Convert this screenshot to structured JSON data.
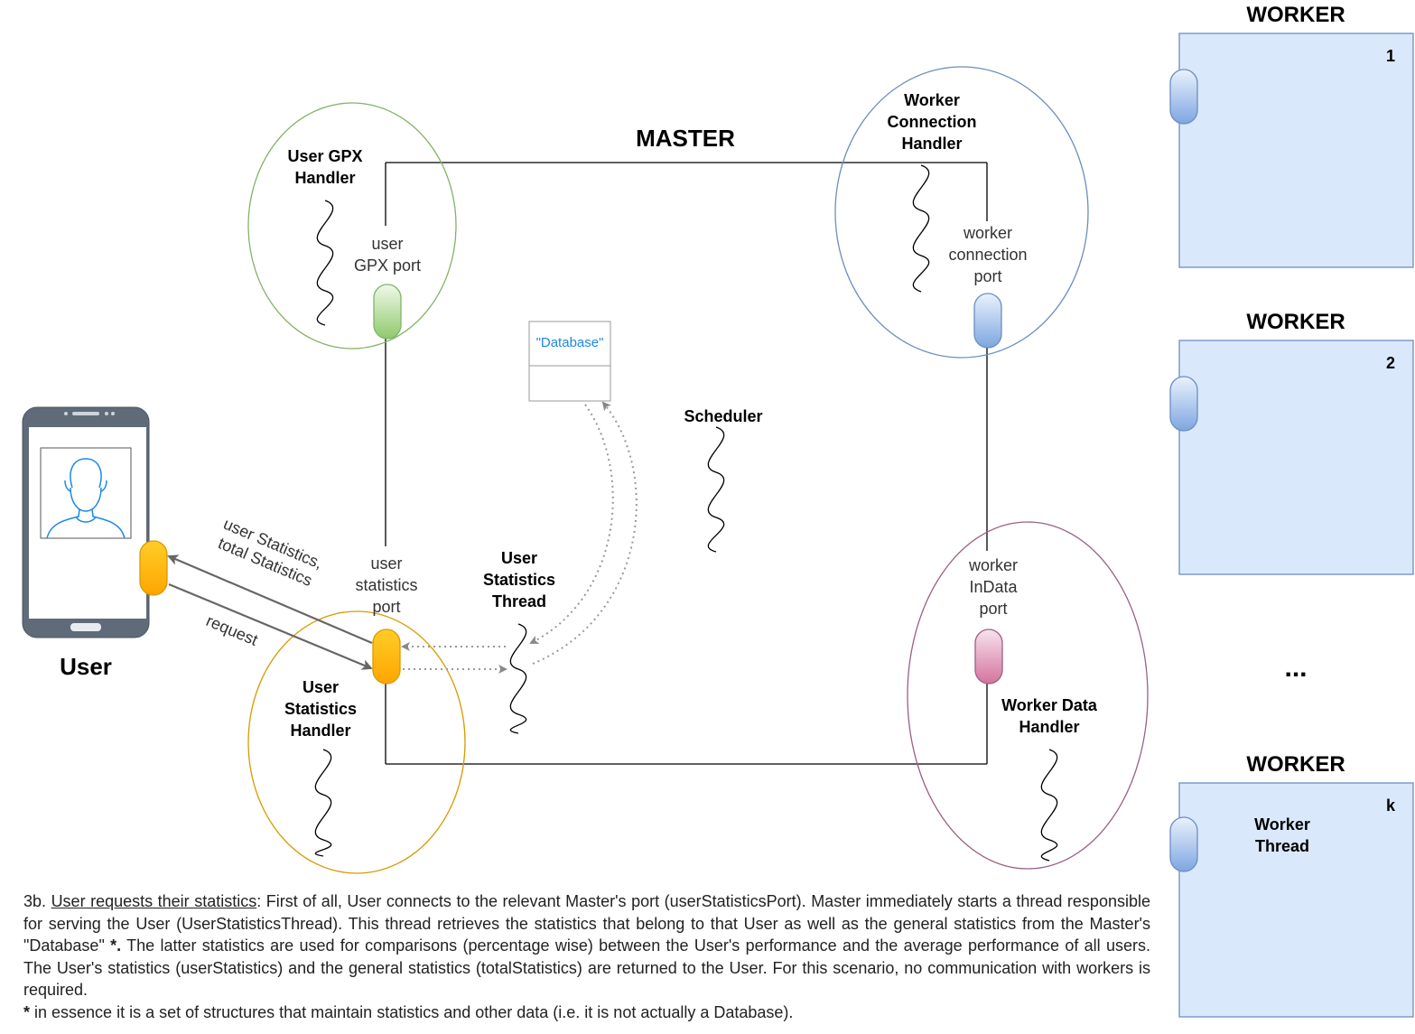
{
  "master": {
    "title": "MASTER"
  },
  "handlers": {
    "user_gpx": "User GPX\nHandler",
    "worker_connection": "Worker\nConnection\nHandler",
    "user_statistics": "User\nStatistics\nHandler",
    "worker_data": "Worker Data\nHandler"
  },
  "ports": {
    "user_gpx": "user\nGPX port",
    "worker_connection": "worker\nconnection\nport",
    "user_statistics": "user\nstatistics\nport",
    "worker_indata": "worker\nInData\nport"
  },
  "threads": {
    "scheduler": "Scheduler",
    "user_statistics_thread": "User\nStatistics\nThread"
  },
  "database": {
    "title": "\"Database\""
  },
  "user": {
    "label": "User"
  },
  "arrows": {
    "response": "user Statistics,\ntotal Statistics",
    "request": "request"
  },
  "workers": [
    {
      "title": "WORKER",
      "id": "1"
    },
    {
      "title": "WORKER",
      "id": "2"
    },
    {
      "title": "WORKER",
      "id": "k",
      "thread_label": "Worker\nThread"
    }
  ],
  "ellipsis": "...",
  "description": {
    "prefix": "3b. ",
    "heading": "User requests their statistics",
    "body": ": First of all, User connects to the relevant Master's port (userStatisticsPort). Master immediately starts a thread responsible for serving the User (UserStatisticsThread). This thread retrieves the statistics that belong to that User as well as the general statistics from the Master's \"Database\" ",
    "star_bold": "*.",
    "body2": " The latter statistics are used for comparisons (percentage wise) between the User's performance and the average performance of all users. The User's statistics (userStatistics) and the general statistics (totalStatistics) are returned to the User. For this scenario, no communication with workers is required.",
    "footnote_star": "*",
    "footnote": " in essence it is a set of structures that maintain statistics and other data (i.e. it is not actually a Database)."
  },
  "colors": {
    "gpx": "#82b366",
    "worker_conn": "#6c8ebf",
    "user_stats": "#d79b00",
    "worker_data": "#996185",
    "worker_box": "#dae8fc",
    "database_text": "#1e88e5"
  }
}
